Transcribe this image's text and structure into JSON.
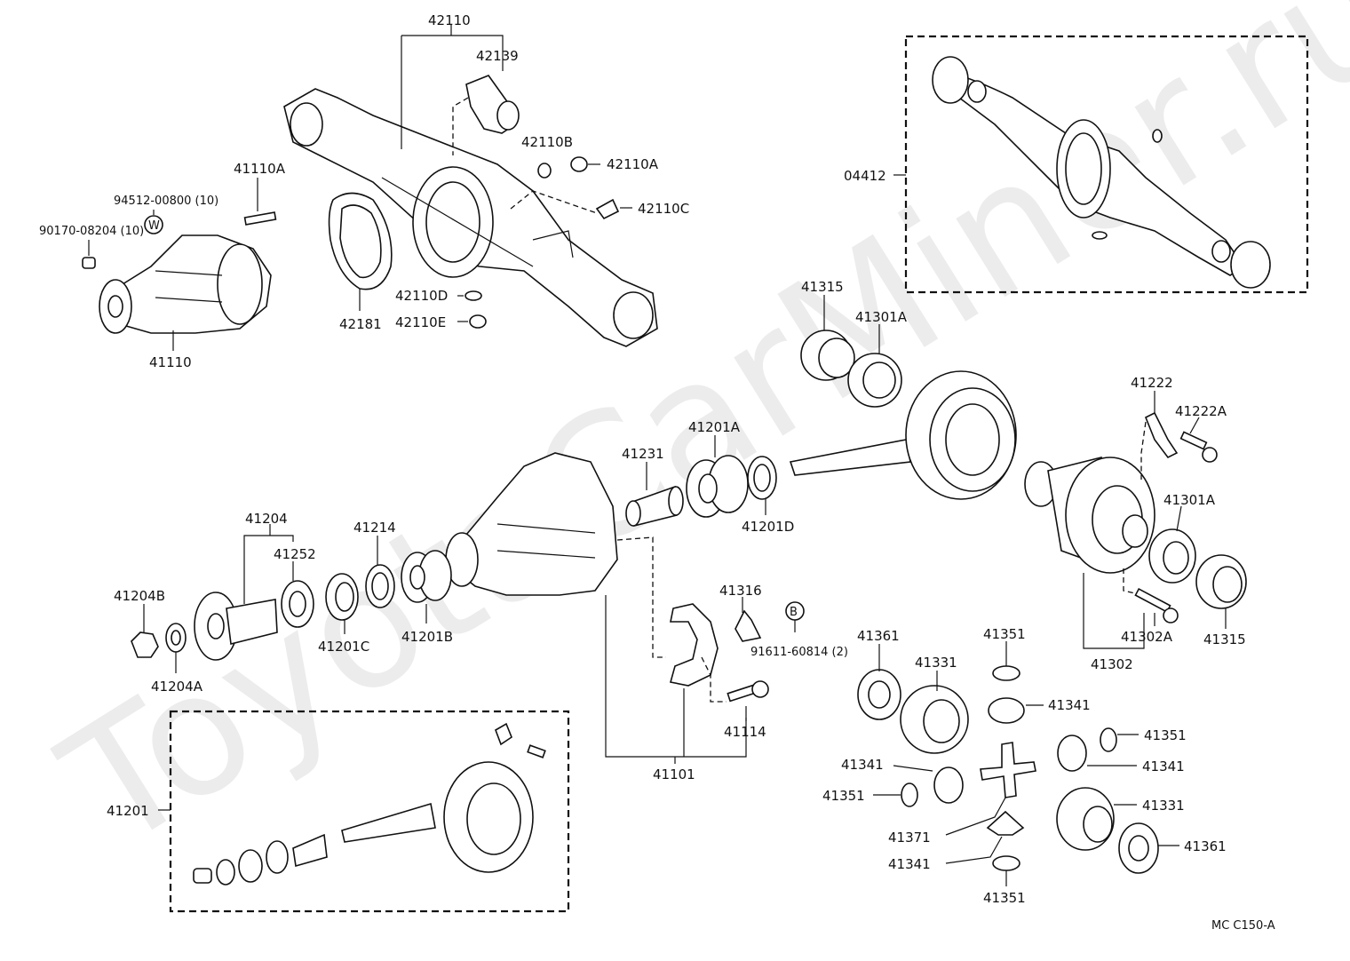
{
  "watermark": "ToyotaCarMiner.ru",
  "diagram_code": "MC C150-A",
  "symbols": {
    "w": "W",
    "b": "B"
  },
  "labels": {
    "p42110": "42110",
    "p42139": "42139",
    "p42110B": "42110B",
    "p42110A": "42110A",
    "p42110C": "42110C",
    "p41110A": "41110A",
    "p94512": "94512-00800 (10)",
    "p90170": "90170-08204 (10)",
    "p41110": "41110",
    "p42181": "42181",
    "p42110D": "42110D",
    "p42110E": "42110E",
    "p04412": "04412",
    "p41315_top": "41315",
    "p41301A_top": "41301A",
    "p41222": "41222",
    "p41222A": "41222A",
    "p41231": "41231",
    "p41201A": "41201A",
    "p41201D": "41201D",
    "p41301A_right": "41301A",
    "p41204": "41204",
    "p41214": "41214",
    "p41252": "41252",
    "p41204B": "41204B",
    "p41201C": "41201C",
    "p41201B": "41201B",
    "p41204A": "41204A",
    "p41316": "41316",
    "p91611": "91611-60814 (2)",
    "p41361_top": "41361",
    "p41331_top": "41331",
    "p41351_top": "41351",
    "p41341_right1": "41341",
    "p41302A": "41302A",
    "p41315_right": "41315",
    "p41302": "41302",
    "p41114": "41114",
    "p41101": "41101",
    "p41351_right": "41351",
    "p41341_right2": "41341",
    "p41341_left": "41341",
    "p41351_left": "41351",
    "p41331_right": "41331",
    "p41201": "41201",
    "p41371": "41371",
    "p41341_bottom": "41341",
    "p41361_right": "41361",
    "p41351_bottom": "41351"
  }
}
